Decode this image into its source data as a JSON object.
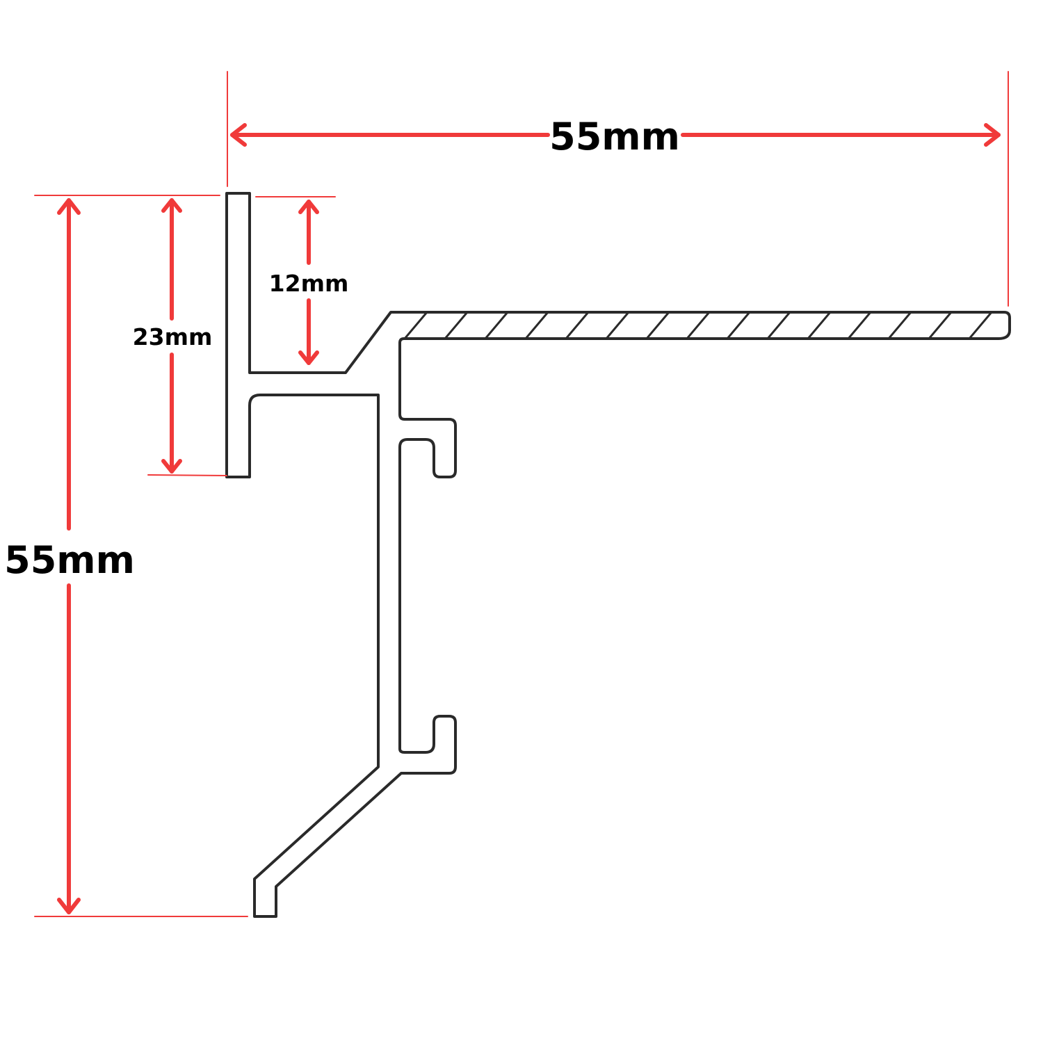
{
  "dimensions": {
    "width": "55mm",
    "height": "55mm",
    "upper_leg": "23mm",
    "top_gap": "12mm"
  },
  "colors": {
    "dimension_line": "#f03a3a",
    "profile_outline": "#2a2a2a",
    "label": "#000000",
    "background": "#ffffff"
  }
}
